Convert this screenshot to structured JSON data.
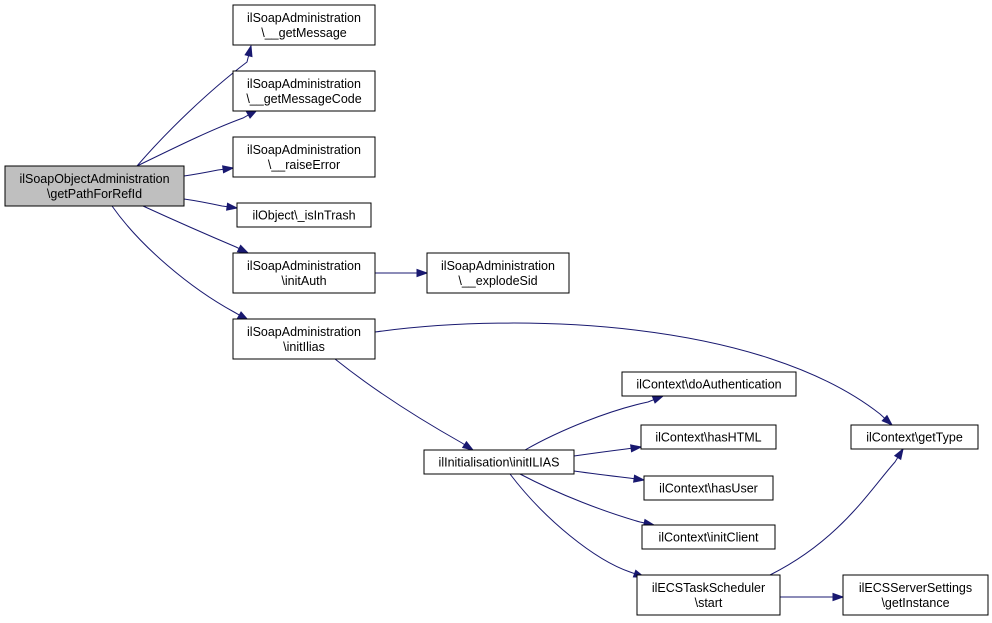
{
  "nodes": [
    {
      "id": "root",
      "lines": [
        "ilSoapObjectAdministration",
        "\\getPathForRefId"
      ]
    },
    {
      "id": "getMessage",
      "lines": [
        "ilSoapAdministration",
        "\\__getMessage"
      ]
    },
    {
      "id": "getMessageCode",
      "lines": [
        "ilSoapAdministration",
        "\\__getMessageCode"
      ]
    },
    {
      "id": "raiseError",
      "lines": [
        "ilSoapAdministration",
        "\\__raiseError"
      ]
    },
    {
      "id": "isInTrash",
      "lines": [
        "ilObject\\_isInTrash"
      ]
    },
    {
      "id": "initAuth",
      "lines": [
        "ilSoapAdministration",
        "\\initAuth"
      ]
    },
    {
      "id": "explodeSid",
      "lines": [
        "ilSoapAdministration",
        "\\__explodeSid"
      ]
    },
    {
      "id": "initIlias",
      "lines": [
        "ilSoapAdministration",
        "\\initIlias"
      ]
    },
    {
      "id": "initILIAS2",
      "lines": [
        "ilInitialisation\\initILIAS"
      ]
    },
    {
      "id": "doAuthentication",
      "lines": [
        "ilContext\\doAuthentication"
      ]
    },
    {
      "id": "hasHTML",
      "lines": [
        "ilContext\\hasHTML"
      ]
    },
    {
      "id": "hasUser",
      "lines": [
        "ilContext\\hasUser"
      ]
    },
    {
      "id": "initClient",
      "lines": [
        "ilContext\\initClient"
      ]
    },
    {
      "id": "start",
      "lines": [
        "ilECSTaskScheduler",
        "\\start"
      ]
    },
    {
      "id": "getType",
      "lines": [
        "ilContext\\getType"
      ]
    },
    {
      "id": "getInstance",
      "lines": [
        "ilECSServerSettings",
        "\\getInstance"
      ]
    }
  ],
  "edges": [
    {
      "from": "root",
      "to": "getMessage"
    },
    {
      "from": "root",
      "to": "getMessageCode"
    },
    {
      "from": "root",
      "to": "raiseError"
    },
    {
      "from": "root",
      "to": "isInTrash"
    },
    {
      "from": "root",
      "to": "initAuth"
    },
    {
      "from": "root",
      "to": "initIlias"
    },
    {
      "from": "initAuth",
      "to": "explodeSid"
    },
    {
      "from": "initIlias",
      "to": "getType"
    },
    {
      "from": "initIlias",
      "to": "initILIAS2"
    },
    {
      "from": "initILIAS2",
      "to": "doAuthentication"
    },
    {
      "from": "initILIAS2",
      "to": "hasHTML"
    },
    {
      "from": "initILIAS2",
      "to": "hasUser"
    },
    {
      "from": "initILIAS2",
      "to": "initClient"
    },
    {
      "from": "initILIAS2",
      "to": "start"
    },
    {
      "from": "start",
      "to": "getType"
    },
    {
      "from": "start",
      "to": "getInstance"
    }
  ],
  "colors": {
    "edge": "#191970",
    "root_fill": "#bfbfbf",
    "node_fill": "#ffffff",
    "border": "#000000"
  }
}
